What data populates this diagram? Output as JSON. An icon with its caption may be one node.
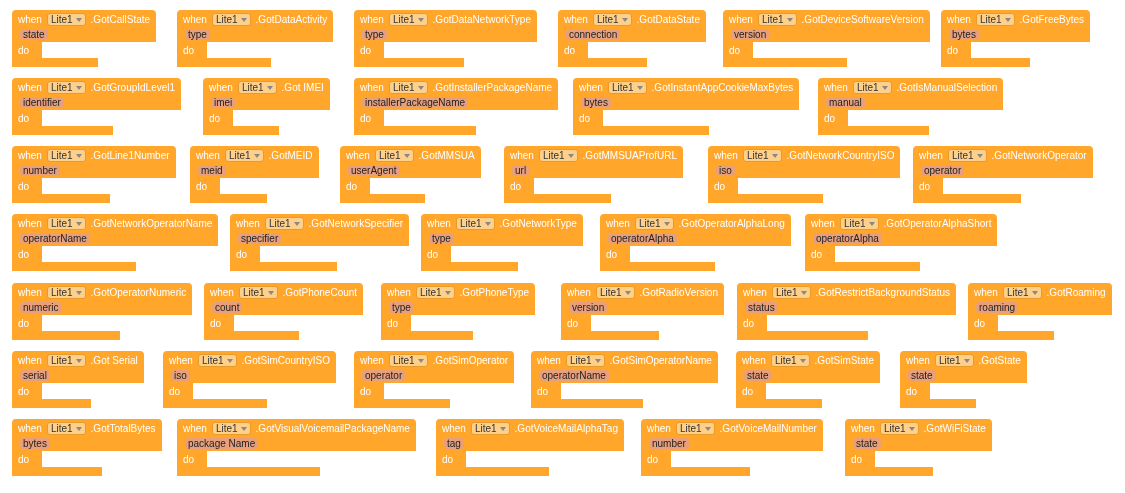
{
  "diagram": {
    "nodes": [
      {
        "text": [
          "when",
          "Lite1",
          ".GotCallState",
          "state",
          "do"
        ]
      },
      {
        "text": [
          "when",
          "Lite1",
          ".GotDataActivity",
          "type",
          "do"
        ]
      },
      {
        "text": [
          "when",
          "Lite1",
          ".GotDataNetworkType",
          "type",
          "do"
        ]
      },
      {
        "text": [
          "when",
          "Lite1",
          ".GotDataState",
          "connection",
          "do"
        ]
      },
      {
        "text": [
          "when",
          "Lite1",
          ".GotDeviceSoftwareVersion",
          "version",
          "do"
        ]
      },
      {
        "text": [
          "when",
          "Lite1",
          ".GotFreeBytes",
          "bytes",
          "do"
        ]
      },
      {
        "text": [
          "when",
          "Lite1",
          ".GotGroupIdLevel1",
          "identifier",
          "do"
        ]
      },
      {
        "text": [
          "when",
          "Lite1",
          ".Got IMEI",
          "imei",
          "do"
        ]
      },
      {
        "text": [
          "when",
          "Lite1",
          ".GotInstallerPackageName",
          "installerPackageName",
          "do"
        ]
      },
      {
        "text": [
          "when",
          "Lite1",
          ".GotInstantAppCookieMaxBytes",
          "bytes",
          "do"
        ]
      },
      {
        "text": [
          "when",
          "Lite1",
          ".GotIsManualSelection",
          "manual",
          "do"
        ]
      },
      {
        "text": [
          "when",
          "Lite1",
          ".GotLine1Number",
          "number",
          "do"
        ]
      },
      {
        "text": [
          "when",
          "Lite1",
          ".GotMEID",
          "meid",
          "do"
        ]
      },
      {
        "text": [
          "when",
          "Lite1",
          ".GotMMSUA",
          "userAgent",
          "do"
        ]
      },
      {
        "text": [
          "when",
          "Lite1",
          ".GotMMSUAProfURL",
          "url",
          "do"
        ]
      },
      {
        "text": [
          "when",
          "Lite1",
          ".GotNetworkCountryISO",
          "iso",
          "do"
        ]
      },
      {
        "text": [
          "when",
          "Lite1",
          ".GotNetworkOperator",
          "operator",
          "do"
        ]
      },
      {
        "text": [
          "when",
          "Lite1",
          ".GotNetworkOperatorName",
          "operatorName",
          "do"
        ]
      },
      {
        "text": [
          "when",
          "Lite1",
          ".GotNetworkSpecifier",
          "specifier",
          "do"
        ]
      },
      {
        "text": [
          "when",
          "Lite1",
          ".GotNetworkType",
          "type",
          "do"
        ]
      },
      {
        "text": [
          "when",
          "Lite1",
          ".GotOperatorAlphaLong",
          "operatorAlpha",
          "do"
        ]
      },
      {
        "text": [
          "when",
          "Lite1",
          ".GotOperatorAlphaShort",
          "operatorAlpha",
          "do"
        ]
      },
      {
        "text": [
          "when",
          "Lite1",
          ".GotOperatorNumeric",
          "numeric",
          "do"
        ]
      },
      {
        "text": [
          "when",
          "Lite1",
          ".GotPhoneCount",
          "count",
          "do"
        ]
      },
      {
        "text": [
          "when",
          "Lite1",
          ".GotPhoneType",
          "type",
          "do"
        ]
      },
      {
        "text": [
          "when",
          "Lite1",
          ".GotRadioVersion",
          "version",
          "do"
        ]
      },
      {
        "text": [
          "when",
          "Lite1",
          ".GotRestrictBackgroundStatus",
          "status",
          "do"
        ]
      },
      {
        "text": [
          "when",
          "Lite1",
          ".GotRoaming",
          "roaming",
          "do"
        ]
      },
      {
        "text": [
          "when",
          "Lite1",
          ".Got Serial",
          "serial",
          "do"
        ]
      },
      {
        "text": [
          "when",
          "Lite1",
          ".GotSimCountryISO",
          "iso",
          "do"
        ]
      },
      {
        "text": [
          "when",
          "Lite1",
          ".GotSimOperator",
          "operator",
          "do"
        ]
      },
      {
        "text": [
          "when",
          "Lite1",
          ".GotSimOperatorName",
          "operatorName",
          "do"
        ]
      },
      {
        "text": [
          "when",
          "Lite1",
          ".GotSimState",
          "state",
          "do"
        ]
      },
      {
        "text": [
          "when",
          "Lite1",
          ".GotState",
          "state",
          "do"
        ]
      },
      {
        "text": [
          "when",
          "Lite1",
          ".GotTotalBytes",
          "bytes",
          "do"
        ]
      },
      {
        "text": [
          "when",
          "Lite1",
          ".GotVisualVoicemailPackageName",
          "package Name",
          "do"
        ]
      },
      {
        "text": [
          "when",
          "Lite1",
          ".GotVoiceMailAlphaTag",
          "tag",
          "do"
        ]
      },
      {
        "text": [
          "when",
          "Lite1",
          ".GotVoiceMailNumber",
          "number",
          "do"
        ]
      },
      {
        "text": [
          "when",
          "Lite1",
          ".GotWiFiState",
          "state",
          "do"
        ]
      }
    ]
  }
}
